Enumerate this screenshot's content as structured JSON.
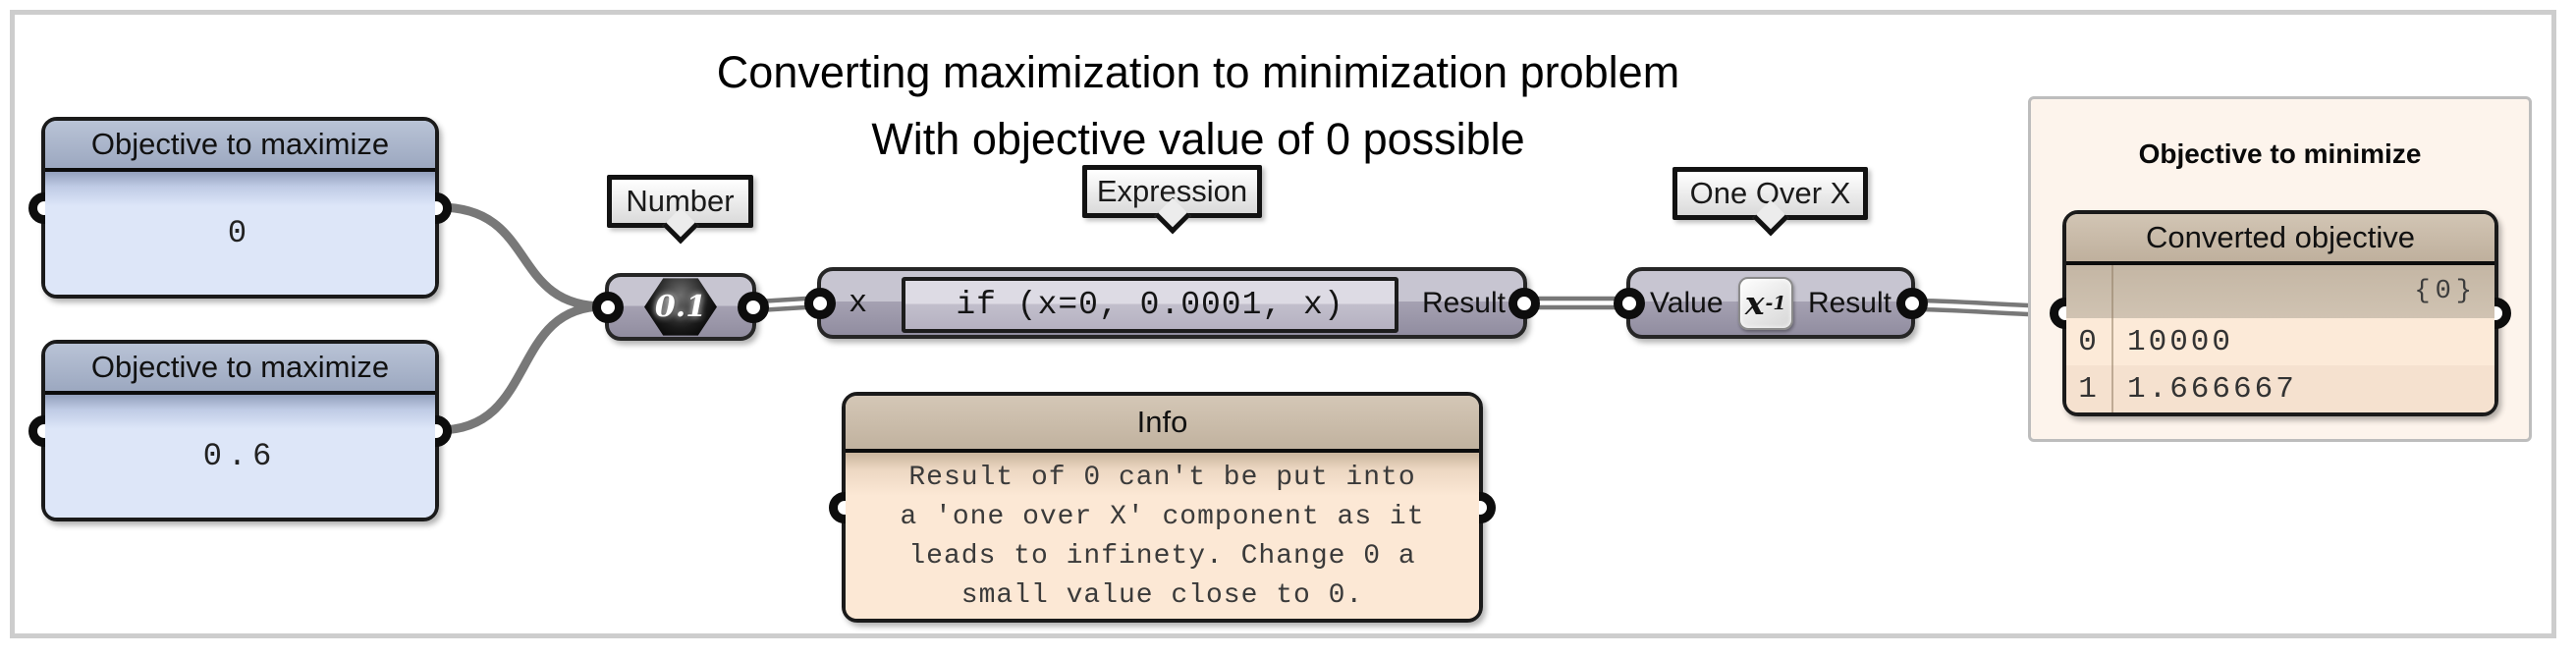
{
  "title": {
    "line1": "Converting maximization to minimization problem",
    "line2": "With objective value of 0 possible"
  },
  "panels": {
    "objective1": {
      "header": "Objective to maximize",
      "value": "0"
    },
    "objective2": {
      "header": "Objective to maximize",
      "value": "0.6"
    }
  },
  "tags": {
    "number": "Number",
    "expression": "Expression",
    "one_over_x": "One Over X"
  },
  "number_node": {
    "icon_text": "0.1"
  },
  "expression_node": {
    "input_label": "x",
    "code": "if (x=0, 0.0001, x)",
    "output_label": "Result"
  },
  "one_over_x_node": {
    "input_label": "Value",
    "icon_base": "x",
    "icon_sup": "-1",
    "output_label": "Result"
  },
  "info_panel": {
    "header": "Info",
    "lines": [
      "Result of 0 can't be put into",
      "a 'one over X' component as it",
      "leads to infinety. Change 0 a",
      "small value close to 0."
    ]
  },
  "group": {
    "title": "Objective to minimize"
  },
  "converted_panel": {
    "header": "Converted objective",
    "path": "{0}",
    "rows": [
      {
        "index": "0",
        "value": "10000"
      },
      {
        "index": "1",
        "value": "1.666667"
      }
    ]
  },
  "icons": {
    "number": "hexagon-0.1-icon",
    "one_over_x": "x-inverse-icon"
  },
  "colors": {
    "wire": "#787878",
    "panel-blue-header": "#a9b4ca",
    "panel-blue-body": "#dde6f8",
    "component-top": "#c7c5d1",
    "component-bottom": "#918da0",
    "tan-header": "#c9baa8",
    "peach-body": "#fce8d5",
    "row-alt": "#f5e1cf",
    "subrow": "#ccbeae",
    "group-fill": "#fdf4ec",
    "frame-border": "#cdcdcd",
    "port-black": "#0d0d0d"
  }
}
